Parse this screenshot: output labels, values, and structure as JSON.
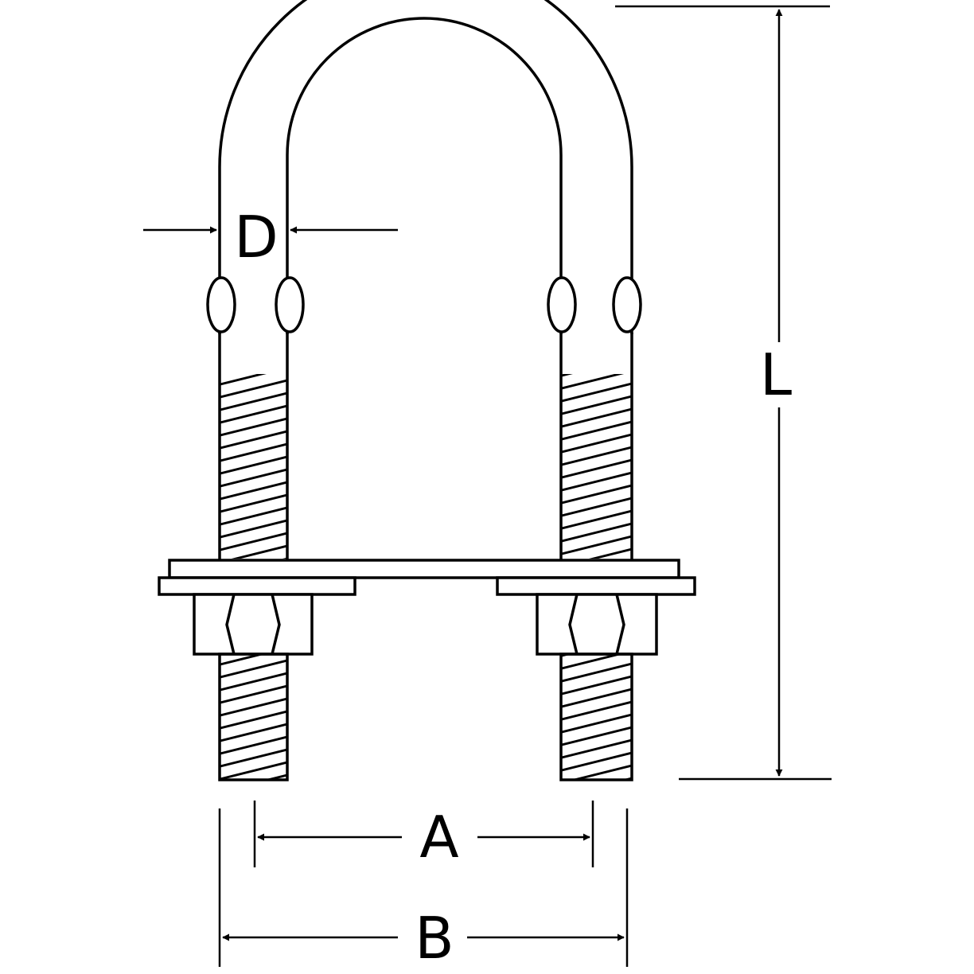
{
  "diagram": {
    "labels": {
      "diameter": "D",
      "length": "L",
      "inner_spacing": "A",
      "outer_spacing": "B"
    },
    "colors": {
      "stroke": "#000000",
      "fill": "#ffffff",
      "background": "#ffffff"
    }
  }
}
